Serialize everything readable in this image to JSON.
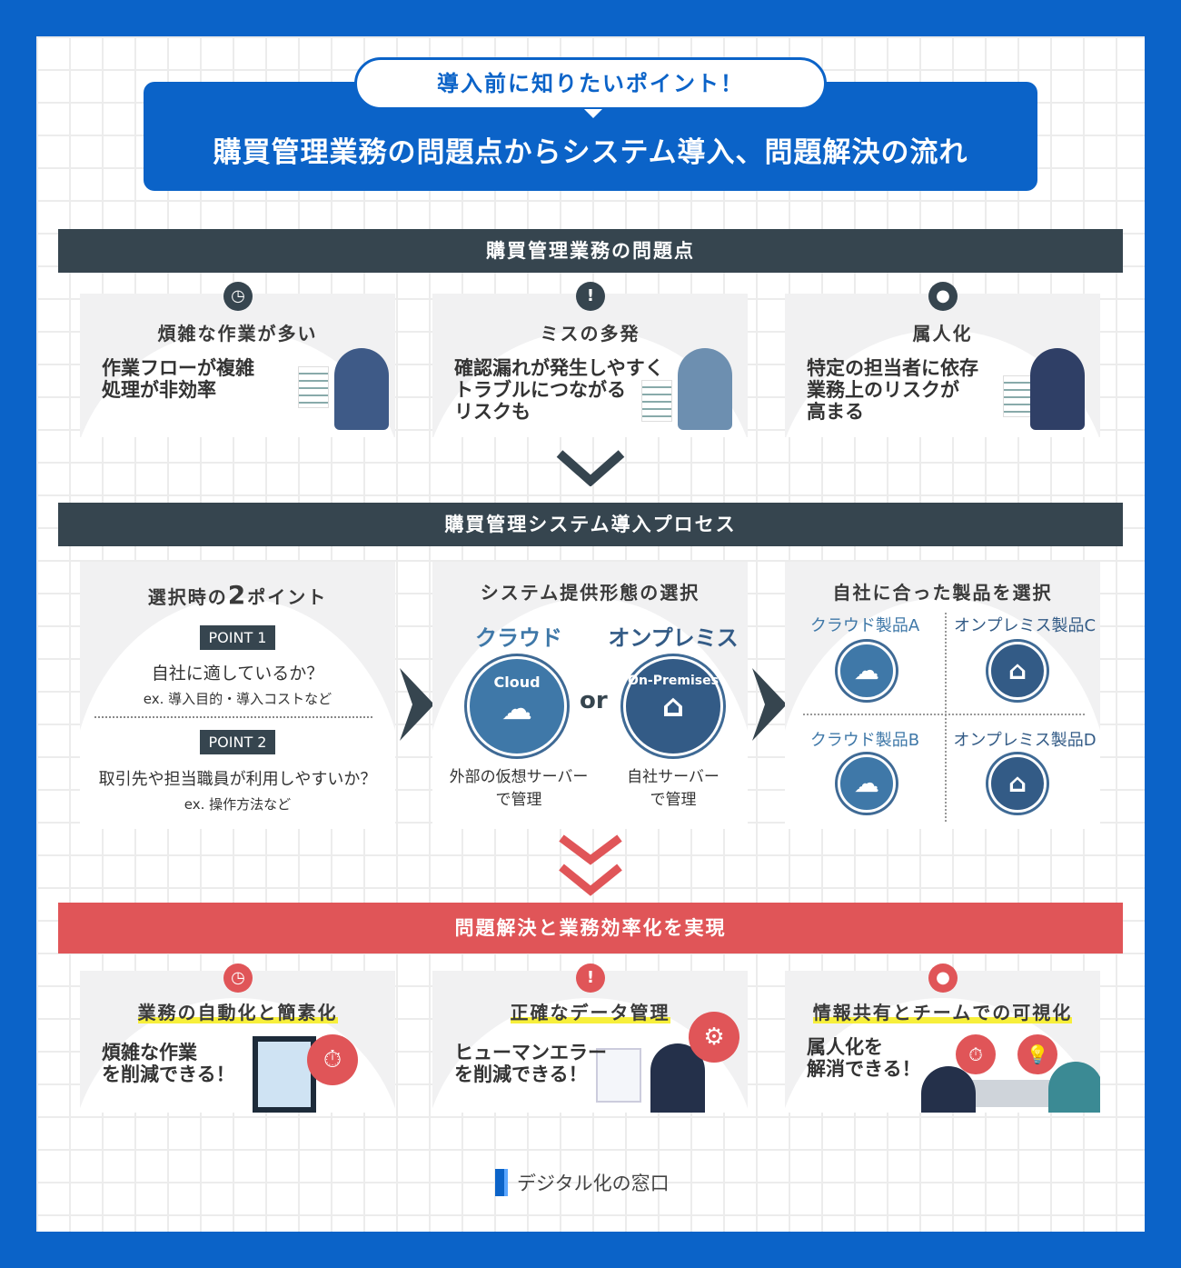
{
  "header": {
    "pill": "導入前に知りたいポイント！",
    "title": "購買管理業務の問題点からシステム導入、問題解決の流れ"
  },
  "section1": {
    "title": "購買管理業務の問題点",
    "cards": [
      {
        "icon": "clock-icon",
        "title": "煩雑な作業が多い",
        "text": "作業フローが複雑\n処理が非効率"
      },
      {
        "icon": "exclamation-icon",
        "title": "ミスの多発",
        "text": "確認漏れが発生しやすく\nトラブルにつながる\nリスクも"
      },
      {
        "icon": "user-icon",
        "title": "属人化",
        "text": "特定の担当者に依存\n業務上のリスクが\n高まる"
      }
    ]
  },
  "section2": {
    "title": "購買管理システム導入プロセス",
    "points": {
      "title_a": "選択時の",
      "title_num": "2",
      "title_b": "ポイント",
      "p1_label": "POINT 1",
      "p1_q": "自社に適しているか？",
      "p1_ex": "ex. 導入目的・導入コストなど",
      "p2_label": "POINT 2",
      "p2_q": "取引先や担当職員が利用しやすいか？",
      "p2_ex": "ex. 操作方法など"
    },
    "forms": {
      "title": "システム提供形態の選択",
      "cloud_label": "クラウド",
      "cloud_icon": "Cloud",
      "cloud_desc": "外部の仮想サーバー\nで管理",
      "or": "or",
      "onprem_label": "オンプレミス",
      "onprem_icon": "On-Premises",
      "onprem_desc": "自社サーバー\nで管理"
    },
    "products": {
      "title": "自社に合った製品を選択",
      "items": [
        "クラウド製品A",
        "オンプレミス製品C",
        "クラウド製品B",
        "オンプレミス製品D"
      ]
    }
  },
  "section3": {
    "title": "問題解決と業務効率化を実現",
    "cards": [
      {
        "title": "業務の自動化と簡素化",
        "text": "煩雑な作業\nを削減できる！"
      },
      {
        "title": "正確なデータ管理",
        "text": "ヒューマンエラー\nを削減できる！"
      },
      {
        "title": "情報共有とチームでの可視化",
        "text": "属人化を\n解消できる！"
      }
    ]
  },
  "footer": {
    "logo": "デジタル化の窓口"
  },
  "colors": {
    "blue": "#0b63c8",
    "dark": "#36454f",
    "red": "#e05558",
    "icon_blue": "#3f6a95"
  }
}
